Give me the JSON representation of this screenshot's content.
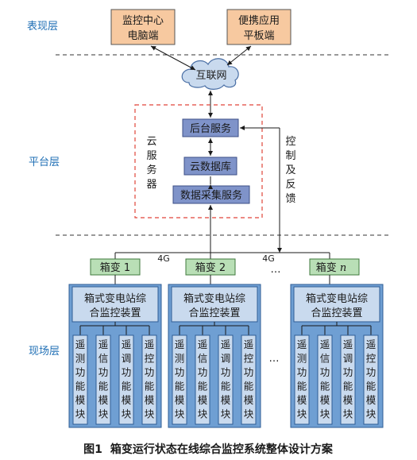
{
  "layers": {
    "presentation": "表现层",
    "platform": "平台层",
    "field": "现场层"
  },
  "clients": [
    {
      "line1": "监控中心",
      "line2": "电脑端"
    },
    {
      "line1": "便携应用",
      "line2": "平板端"
    }
  ],
  "internet": "互联网",
  "cloud_server_label": [
    "云",
    "服",
    "务",
    "器"
  ],
  "services": [
    "后台服务",
    "云数据库",
    "数据采集服务"
  ],
  "control_feedback": [
    "控",
    "制",
    "及",
    "反",
    "馈"
  ],
  "network_label": "4G",
  "ellipsis": "…",
  "substations": [
    {
      "name": "箱变 1",
      "n_italic": ""
    },
    {
      "name": "箱变 2",
      "n_italic": ""
    },
    {
      "name": "箱变 ",
      "n_italic": "n"
    }
  ],
  "device": {
    "line1": "箱式变电站综",
    "line2": "合监控装置"
  },
  "modules": [
    [
      "遥",
      "测",
      "功",
      "能",
      "模",
      "块"
    ],
    [
      "遥",
      "信",
      "功",
      "能",
      "模",
      "块"
    ],
    [
      "遥",
      "调",
      "功",
      "能",
      "模",
      "块"
    ],
    [
      "遥",
      "控",
      "功",
      "能",
      "模",
      "块"
    ]
  ],
  "caption": {
    "fig": "图1",
    "text": "箱变运行状态在线综合监控系统整体设计方案"
  },
  "colors": {
    "client_fill": "#f7c9a0",
    "service_fill": "#7f93c9",
    "substation_fill": "#b9dfb6",
    "device_fill": "#6f9fd3",
    "module_fill": "#c9daee",
    "layer_text": "#1f6fb5",
    "dashed_red": "#e0453a"
  }
}
